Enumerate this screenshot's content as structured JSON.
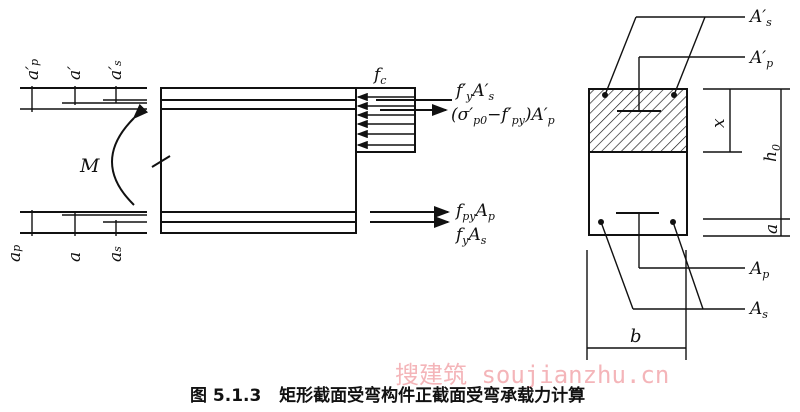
{
  "labels": {
    "a_p_top": {
      "main": "a′",
      "sub": "p"
    },
    "a_top": {
      "main": "a′",
      "sub": ""
    },
    "a_s_top": {
      "main": "a′",
      "sub": "s"
    },
    "a_p_bot": {
      "main": "a",
      "sub": "p"
    },
    "a_bot": {
      "main": "a",
      "sub": ""
    },
    "a_s_bot": {
      "main": "a",
      "sub": "s"
    },
    "moment": "M",
    "fc": {
      "main": "f",
      "sub": "c"
    },
    "force_fy_As_prime": {
      "f": "f′",
      "fsub": "y",
      "A": "A′",
      "Asub": "s"
    },
    "force_prestress": {
      "pre": "(σ′",
      "sub1": "p0",
      "mid": "−f′",
      "sub2": "py",
      "post": ")A′",
      "sub3": "p"
    },
    "force_fpy_Ap": {
      "f": "f",
      "fsub": "py",
      "A": "A",
      "Asub": "p"
    },
    "force_fy_As": {
      "f": "f",
      "fsub": "y",
      "A": "A",
      "Asub": "s"
    },
    "section_As_prime": {
      "main": "A′",
      "sub": "s"
    },
    "section_Ap_prime": {
      "main": "A′",
      "sub": "p"
    },
    "section_Ap": {
      "main": "A",
      "sub": "p"
    },
    "section_As": {
      "main": "A",
      "sub": "s"
    },
    "dim_x": "x",
    "dim_h0": {
      "main": "h",
      "sub": "0"
    },
    "dim_a": "a",
    "dim_b": "b"
  },
  "caption": "图 5.1.3   矩形截面受弯构件正截面受弯承载力计算",
  "watermark": "搜建筑 soujianzhu.cn"
}
